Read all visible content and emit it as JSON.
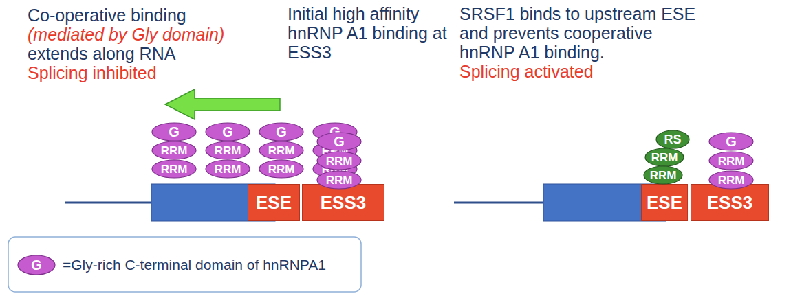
{
  "diagram": {
    "nodes": [
      {
        "text": [
          "G"
        ]
      },
      {
        "text": [
          "RRM"
        ]
      },
      {
        "text": [
          "RRM"
        ]
      },
      {
        "text": [
          "G"
        ]
      },
      {
        "text": [
          "RRM"
        ]
      },
      {
        "text": [
          "RRM"
        ]
      },
      {
        "text": [
          "G"
        ]
      },
      {
        "text": [
          "RRM"
        ]
      },
      {
        "text": [
          "RRM"
        ]
      },
      {
        "text": [
          "G"
        ]
      },
      {
        "text": [
          "RRM"
        ]
      },
      {
        "text": [
          "RRM"
        ]
      },
      {
        "text": [
          "G"
        ]
      },
      {
        "text": [
          "RRM"
        ]
      },
      {
        "text": [
          "RRM"
        ]
      },
      {
        "text": [
          "ESE"
        ]
      },
      {
        "text": [
          "ESS3"
        ]
      },
      {
        "text": [
          "RS"
        ]
      },
      {
        "text": [
          "RRM"
        ]
      },
      {
        "text": [
          "RRM"
        ]
      },
      {
        "text": [
          "G"
        ]
      },
      {
        "text": [
          "RRM"
        ]
      },
      {
        "text": [
          "RRM"
        ]
      },
      {
        "text": [
          "ESE"
        ]
      },
      {
        "text": [
          "ESS3"
        ]
      }
    ],
    "labels": [
      "Co-operative binding",
      "(mediated by Gly domain)",
      "extends along RNA",
      "Splicing inhibited",
      "Initial high affinity hnRNP A1 binding at ESS3",
      "SRSF1 binds to upstream ESE and prevents cooperative hnRNP A1 binding.",
      "Splicing activated",
      "G"
    ],
    "legend": [
      {
        "text": "=Gly-rich C-terminal domain of hnRNPA1"
      }
    ]
  }
}
